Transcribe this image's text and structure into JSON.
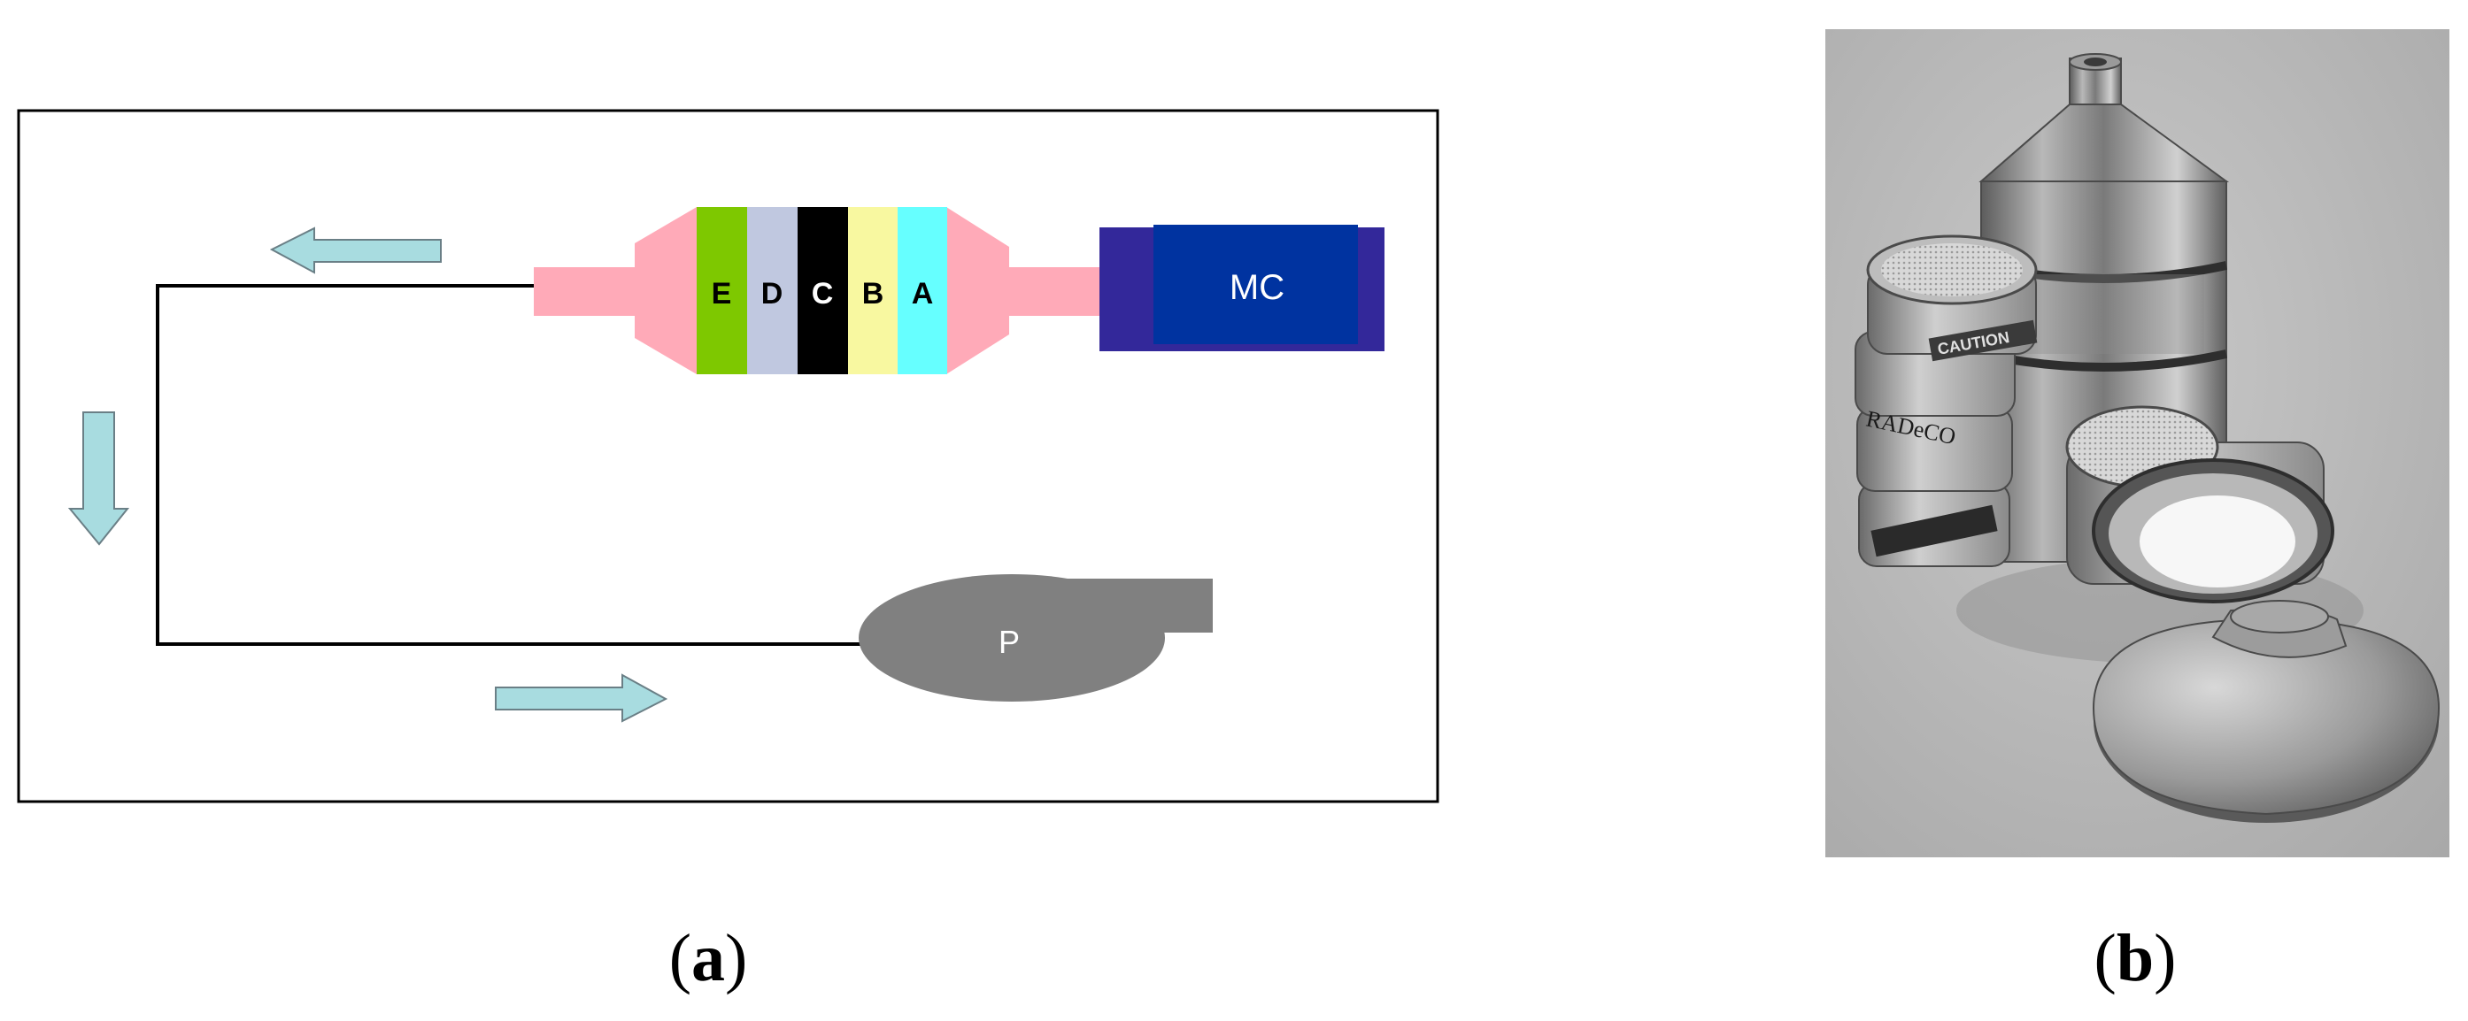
{
  "diagram": {
    "filter_stages": [
      "E",
      "D",
      "C",
      "B",
      "A"
    ],
    "stage_colors": [
      "#7ec800",
      "#c0c8e0",
      "#000000",
      "#f8f8a0",
      "#66ffff"
    ],
    "holder_color": "#ffaab8",
    "mc_label": "MC",
    "mc_colors": {
      "outer": "#33289a",
      "inner": "#0033a0"
    },
    "pump_label": "P",
    "pump_color": "#808080",
    "arrow_color": "#a8dce0",
    "arrows": [
      "flow-left-arrow",
      "flow-down-arrow",
      "flow-right-arrow"
    ]
  },
  "captions": {
    "a": {
      "open": "(",
      "letter": "a",
      "close": ")"
    },
    "b": {
      "open": "(",
      "letter": "b",
      "close": ")"
    }
  },
  "photo": {
    "can_labels": [
      "CAUTION",
      "RADeCO"
    ]
  }
}
